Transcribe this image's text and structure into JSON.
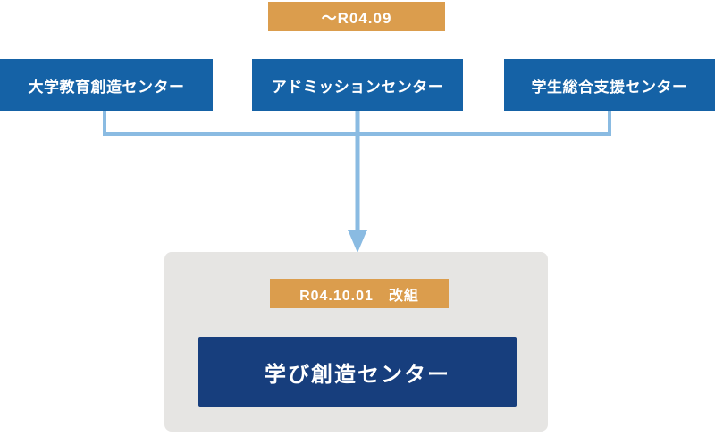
{
  "diagram": {
    "title_meaning": "Reorganization chart: three centers merged into one",
    "before": {
      "period_label": "～R04.09",
      "centers": [
        {
          "label": "大学教育創造センター"
        },
        {
          "label": "アドミッションセンター"
        },
        {
          "label": "学生総合支援センター"
        }
      ]
    },
    "after": {
      "date_label": "R04.10.01　改組",
      "center_label": "学び創造センター"
    },
    "icons": {
      "arrow": "arrow-down-icon"
    },
    "colors": {
      "box_blue": "#1562A6",
      "box_navy": "#173E7D",
      "badge_orange": "#DB9D4D",
      "connector_blue": "#8ABBE2",
      "panel_gray": "#E6E5E3",
      "text_white": "#FFFFFF"
    }
  }
}
